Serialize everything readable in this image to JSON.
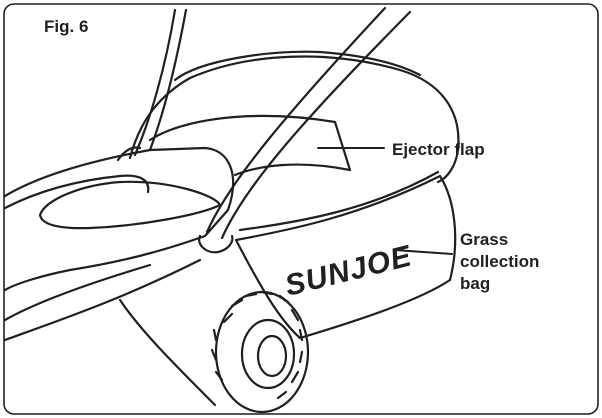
{
  "figure": {
    "label": "Fig. 6"
  },
  "callouts": {
    "ejector_flap": "Ejector flap",
    "grass_bag_lines": [
      "Grass",
      "collection",
      "bag"
    ]
  },
  "brand": {
    "logo_text": "SUNJOE"
  },
  "colors": {
    "line": "#231f20",
    "background": "#ffffff"
  }
}
